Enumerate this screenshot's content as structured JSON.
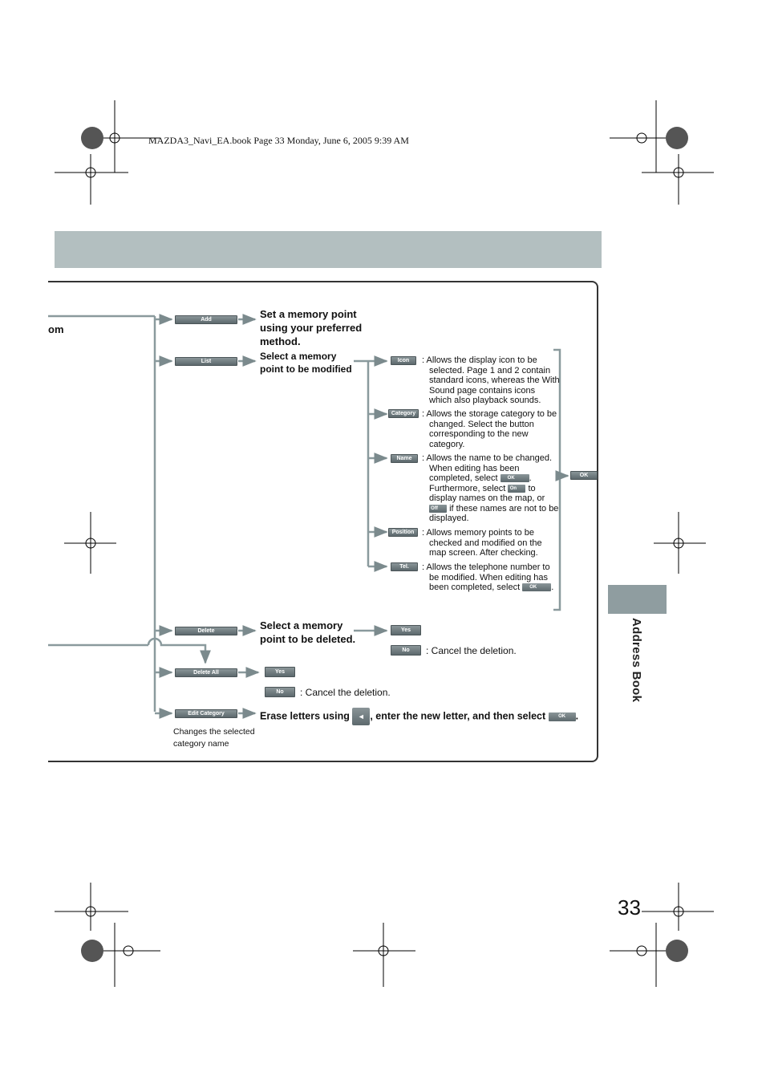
{
  "book_info": "MAZDA3_Navi_EA.book  Page 33  Monday, June 6, 2005  9:39 AM",
  "side_tab_label": "Address Book",
  "page_number": "33",
  "left_fragment": "om",
  "buttons": {
    "add": "Add",
    "list": "List",
    "icon": "Icon",
    "category": "Category",
    "name": "Name",
    "position": "Position",
    "tel": "Tel.",
    "ok_right": "OK",
    "delete": "Delete",
    "yes1": "Yes",
    "no1": "No",
    "delete_all": "Delete All",
    "yes2": "Yes",
    "no2": "No",
    "edit_category": "Edit Category",
    "backspace": "◄",
    "ok_final": "OK"
  },
  "labels": {
    "add_desc": "Set a memory point using your preferred method.",
    "list_desc": "Select a memory point to be modified",
    "delete_desc": "Select a memory point to be deleted.",
    "edit_category_note": "Changes the selected category name"
  },
  "descriptions": {
    "icon": ": Allows the display icon to be selected. Page 1 and 2 contain standard icons, whereas the With Sound page contains icons which also playback sounds.",
    "category": ": Allows the storage category to be changed. Select the button corresponding to the new category.",
    "name_1": ": Allows the name to be changed. When editing has been completed, select",
    "name_ok": "OK",
    "name_2": ". Furthermore, select",
    "name_on": "On",
    "name_3": "to display names on the map, or",
    "name_off": "Off",
    "name_4": "if these names are not to be displayed.",
    "position": ": Allows memory points to be checked and modified on the map screen. After checking.",
    "tel_1": ": Allows the telephone number to be modified. When editing has been completed, select",
    "tel_ok": "OK",
    "tel_2": ".",
    "cancel1": ":  Cancel the deletion.",
    "cancel2": ":  Cancel the deletion.",
    "erase_1": "Erase letters using",
    "erase_2": ", enter the new letter, and then select",
    "erase_3": "."
  }
}
